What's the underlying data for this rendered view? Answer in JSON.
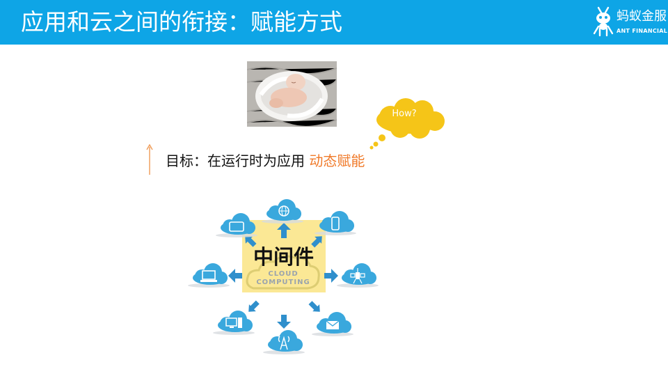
{
  "header": {
    "title": "应用和云之间的衔接：赋能方式",
    "background_color": "#0ea5e6",
    "logo": {
      "name_cn": "蚂蚁金服",
      "name_en": "ANT FINANCIAL",
      "icon": "ant-logo-icon"
    }
  },
  "thought_bubble": {
    "text": "How?",
    "color": "#f5c518"
  },
  "goal": {
    "prefix": "目标：在运行时为应用 ",
    "highlight": "动态赋能",
    "highlight_color": "#f07a2a",
    "arrow_color": "#f0a060"
  },
  "diagram": {
    "center_label": "中间件",
    "center_box_color": "#fbe58a",
    "cloud_text": "CLOUD\nCOMPUTING",
    "cloud_color": "#3aa8dd",
    "arrow_color": "#2f8fcc",
    "nodes": [
      {
        "icon": "globe-icon"
      },
      {
        "icon": "smartphone-icon"
      },
      {
        "icon": "satellite-icon"
      },
      {
        "icon": "email-icon"
      },
      {
        "icon": "cell-tower-icon"
      },
      {
        "icon": "desktop-computer-icon"
      },
      {
        "icon": "laptop-icon"
      },
      {
        "icon": "tablet-icon"
      }
    ]
  }
}
